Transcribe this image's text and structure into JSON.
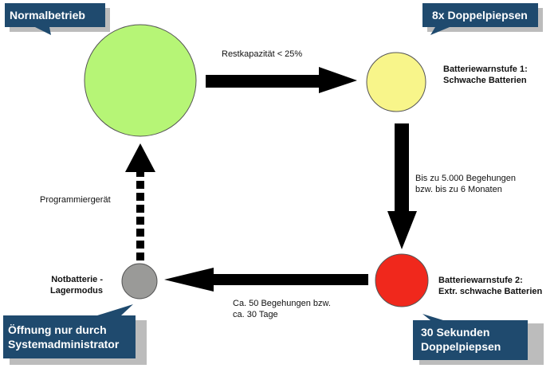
{
  "states": {
    "normal": {
      "color": "#b6f576"
    },
    "warn1": {
      "label": "Batteriewarnstufe 1:\nSchwache Batterien",
      "color": "#f8f58a"
    },
    "warn2": {
      "label": "Batteriewarnstufe 2:\nExtr. schwache Batterien",
      "color": "#f0281c"
    },
    "emergency": {
      "label": "Notbatterie -\nLagermodus",
      "color": "#9a9a98"
    }
  },
  "transitions": {
    "normal_to_warn1": "Restkapazität < 25%",
    "warn1_to_warn2": "Bis zu 5.000 Begehungen\nbzw. bis zu 6 Monaten",
    "warn2_to_emergency": "Ca. 50 Begehungen bzw.\nca. 30 Tage",
    "emergency_to_normal": "Programmiergerät"
  },
  "callouts": {
    "normal": "Normalbetrieb",
    "warn1_signal": "8x Doppelpiepsen",
    "admin": "Öffnung nur durch\nSystemadministrator",
    "warn2_signal": "30 Sekunden\nDoppelpiepsen"
  },
  "colors": {
    "callout_fill": "#1f4a6e",
    "callout_shadow": "#bcbcbc",
    "arrow": "#000000"
  }
}
